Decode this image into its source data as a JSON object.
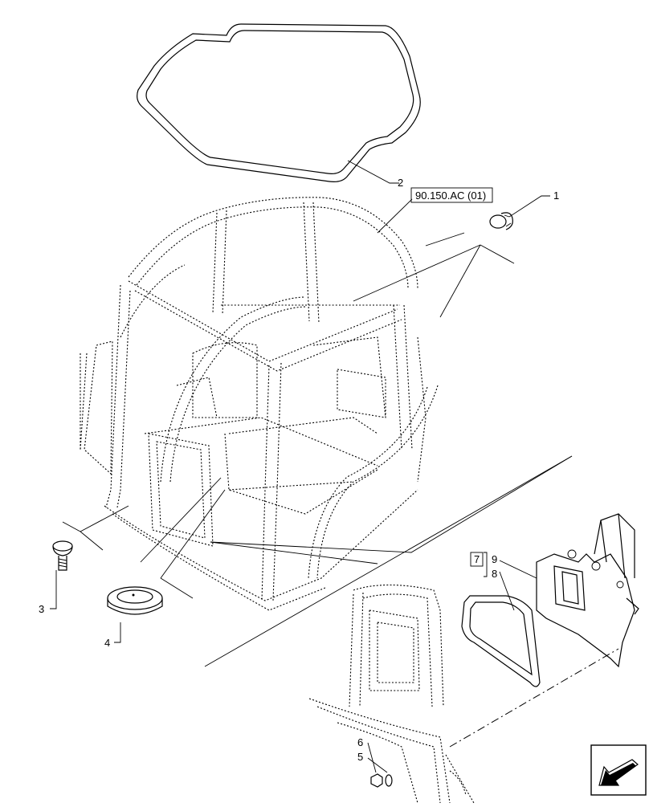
{
  "reference": "90.150.AC (01)",
  "callouts": {
    "c1": "1",
    "c2": "2",
    "c3": "3",
    "c4": "4",
    "c5": "5",
    "c6": "6",
    "c7": "7",
    "c8": "8",
    "c9": "9"
  },
  "icons": [
    "arrow-back-icon"
  ]
}
